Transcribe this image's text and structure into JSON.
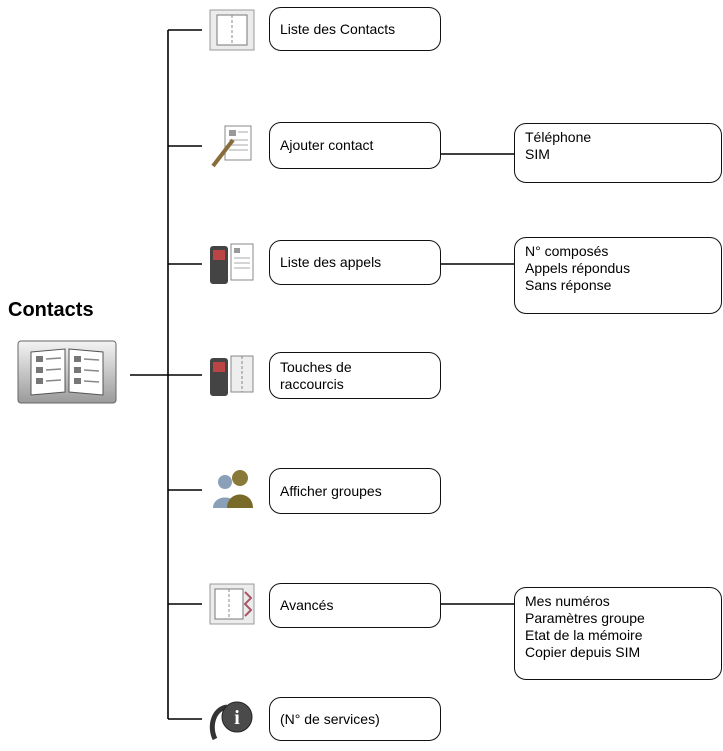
{
  "root": {
    "title": "Contacts",
    "icon": "contacts-book-icon"
  },
  "items": [
    {
      "label": "Liste des Contacts",
      "icon": "contact-list-icon"
    },
    {
      "label": "Ajouter contact",
      "icon": "add-contact-icon",
      "sub": [
        "Téléphone",
        "SIM"
      ]
    },
    {
      "label": "Liste des appels",
      "icon": "call-list-icon",
      "sub": [
        "N° composés",
        "Appels répondus",
        "Sans réponse"
      ]
    },
    {
      "label_lines": [
        "Touches de",
        "raccourcis"
      ],
      "icon": "shortcut-keys-icon"
    },
    {
      "label": "Afficher groupes",
      "icon": "groups-icon"
    },
    {
      "label": "Avancés",
      "icon": "advanced-icon",
      "sub": [
        "Mes numéros",
        "Paramètres groupe",
        "Etat de la mémoire",
        "Copier depuis SIM"
      ]
    },
    {
      "label": "(N° de services)",
      "icon": "service-numbers-icon"
    }
  ]
}
